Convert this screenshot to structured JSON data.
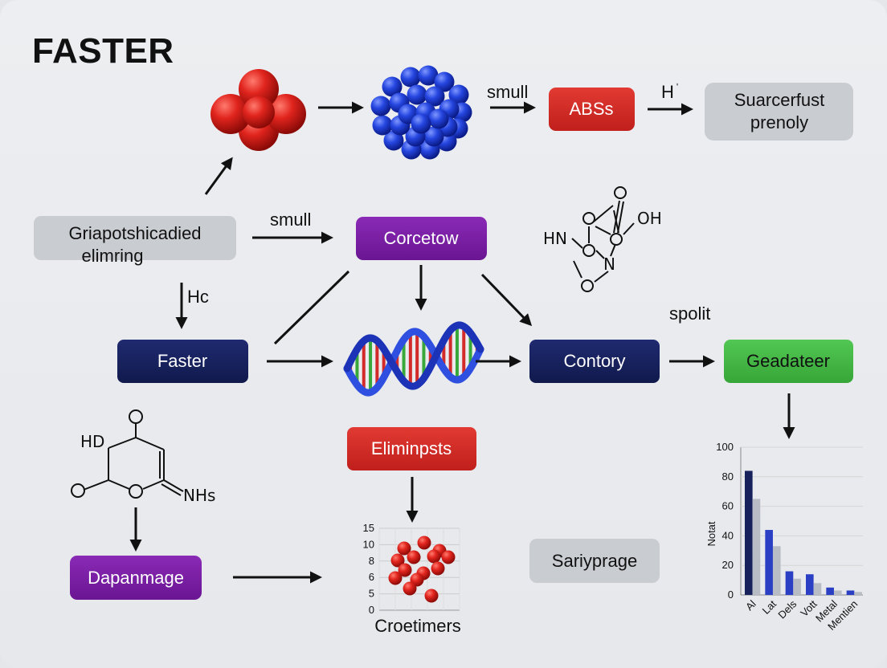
{
  "title": "FASTER",
  "colors": {
    "red": "#d32a2a",
    "navy": "#17215c",
    "purple": "#7a1fa4",
    "green": "#46b747",
    "gray": "#c9ccd1",
    "blue_sphere": "#1f3fd1"
  },
  "boxes": {
    "absss": "ABSs",
    "suarcerfust": [
      "Suarcerfust",
      "prenoly"
    ],
    "griapot": [
      "Griapotshicadied",
      "elimring"
    ],
    "corcetow": "Corcetow",
    "faster": "Faster",
    "contory": "Contory",
    "geadateer": "Geadateer",
    "eliminpsts": "Eliminpsts",
    "dapanmage": "Dapanmage",
    "sariyprage": "Sariyprage"
  },
  "labels": {
    "smull_top": "smull",
    "h_top": "H",
    "h_top_sup": "ʹ",
    "smull_mid": "smull",
    "hc": "Hc",
    "spolit": "spolit",
    "croetimers": "Croetimers"
  },
  "molecule_right": {
    "o_top": "O",
    "o_left": "O",
    "oh": "OH",
    "hn": "HN",
    "o_mid": "O",
    "o_center": "O",
    "n": "N",
    "o_bottom": "O"
  },
  "molecule_left": {
    "o_top": "O",
    "hd": "HD",
    "o_left": "O",
    "o_ring": "O",
    "nhs": "NHs"
  },
  "chart_data": [
    {
      "type": "scatter",
      "ylim": [
        0,
        15
      ],
      "yticks": [
        "15",
        "10",
        "8",
        "6",
        "5",
        "0"
      ],
      "xlabel": "Croetimers",
      "point_count": 14
    },
    {
      "type": "bar",
      "ylabel": "Notat",
      "ylim": [
        0,
        100
      ],
      "yticks": [
        "100",
        "80",
        "60",
        "40",
        "20",
        "0"
      ],
      "categories": [
        "Al",
        "Lat",
        "Dels",
        "Vott",
        "Metal",
        "Mentien"
      ],
      "series": [
        {
          "values": [
            84,
            44,
            16,
            14,
            5,
            3
          ]
        },
        {
          "values": [
            65,
            33,
            11,
            8,
            3,
            2
          ]
        }
      ]
    }
  ]
}
